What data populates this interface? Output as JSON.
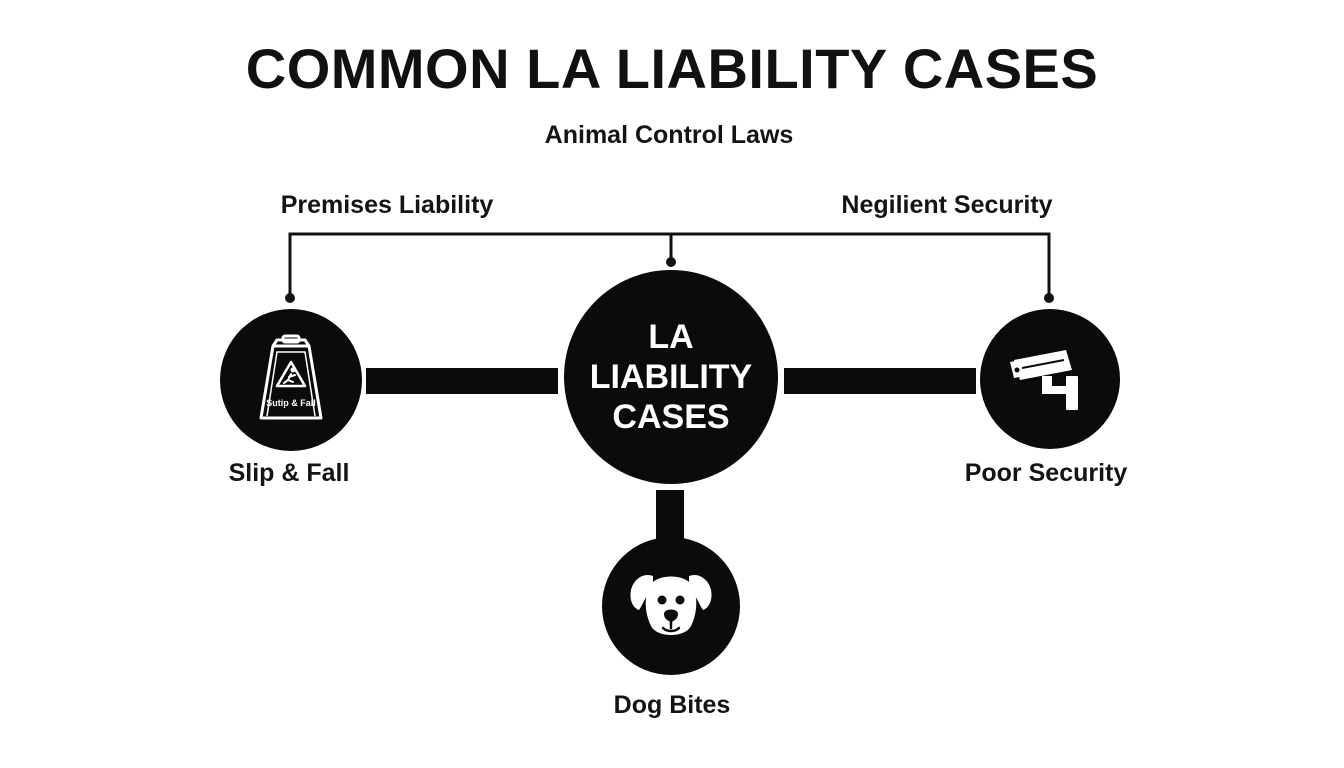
{
  "title": "COMMON LA LIABILITY CASES",
  "top_label": "Animal Control Laws",
  "left_header": "Premises Liability",
  "right_header": "Negilient Security",
  "center": {
    "line1": "LA",
    "line2": "LIABILITY",
    "line3": "CASES"
  },
  "nodes": {
    "left": {
      "label": "Slip & Fall",
      "icon": "wet-floor-sign-icon",
      "sign_text": "Sutip & Fall"
    },
    "right": {
      "label": "Poor Security",
      "icon": "security-camera-icon"
    },
    "bottom": {
      "label": "Dog Bites",
      "icon": "dog-face-icon"
    }
  },
  "colors": {
    "node_fill": "#0b0b0b",
    "text": "#111111",
    "background": "#ffffff"
  }
}
